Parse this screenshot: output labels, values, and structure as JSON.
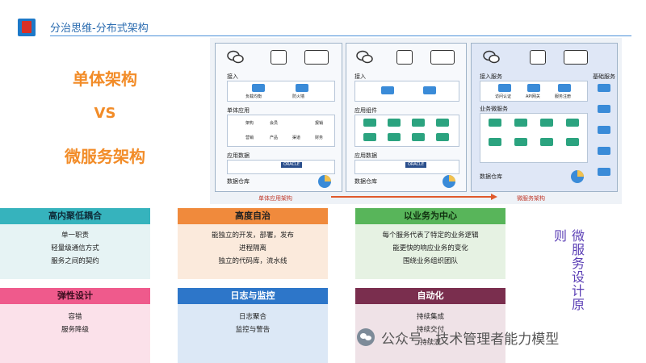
{
  "header": {
    "title": "分治思维-分布式架构"
  },
  "compare": {
    "left": "单体架构",
    "vs": "VS",
    "right": "微服务架构"
  },
  "arch": {
    "caption_mono": "单体应用架构",
    "caption_micro": "微服务架构",
    "mono": {
      "access": "接入",
      "lb": "负载均衡",
      "fw": "防火墙",
      "app": "单体应用",
      "modules": [
        "架构",
        "会员",
        "产品",
        "渠道",
        "财务",
        "报销",
        "营销"
      ],
      "appdata": "应用数据",
      "oracle": "ORACLE",
      "warehouse": "数据仓库"
    },
    "app2": {
      "access": "接入",
      "components": "应用组件",
      "appdata": "应用数据",
      "oracle": "ORACLE",
      "warehouse": "数据仓库"
    },
    "micro": {
      "access": "接入服务",
      "auth": "访问认证",
      "gateway": "API网关",
      "registry": "服务注册",
      "biz": "业务微服务",
      "base": "基础服务",
      "warehouse": "数据仓库"
    }
  },
  "cards": {
    "cohesion": {
      "title": "高内聚低耦合",
      "lines": [
        "单一职责",
        "轻量级通信方式",
        "服务之间的契约"
      ]
    },
    "autonomy": {
      "title": "高度自治",
      "lines": [
        "能独立的开发，部署，发布",
        "进程隔离",
        "独立的代码库，流水线"
      ]
    },
    "business": {
      "title": "以业务为中心",
      "lines": [
        "每个服务代表了特定的业务逻辑",
        "能更快的响应业务的变化",
        "围绕业务组织团队"
      ]
    },
    "elastic": {
      "title": "弹性设计",
      "lines": [
        "容错",
        "服务降级"
      ]
    },
    "logging": {
      "title": "日志与监控",
      "lines": [
        "日志聚合",
        "监控与警告"
      ]
    },
    "automation": {
      "title": "自动化",
      "lines": [
        "持续集成",
        "持续交付",
        "持续流"
      ]
    }
  },
  "side_caption": {
    "col1": "微服务设计原",
    "col2": "则"
  },
  "watermark": {
    "text": "公众号 · 技术管理者能力模型"
  }
}
